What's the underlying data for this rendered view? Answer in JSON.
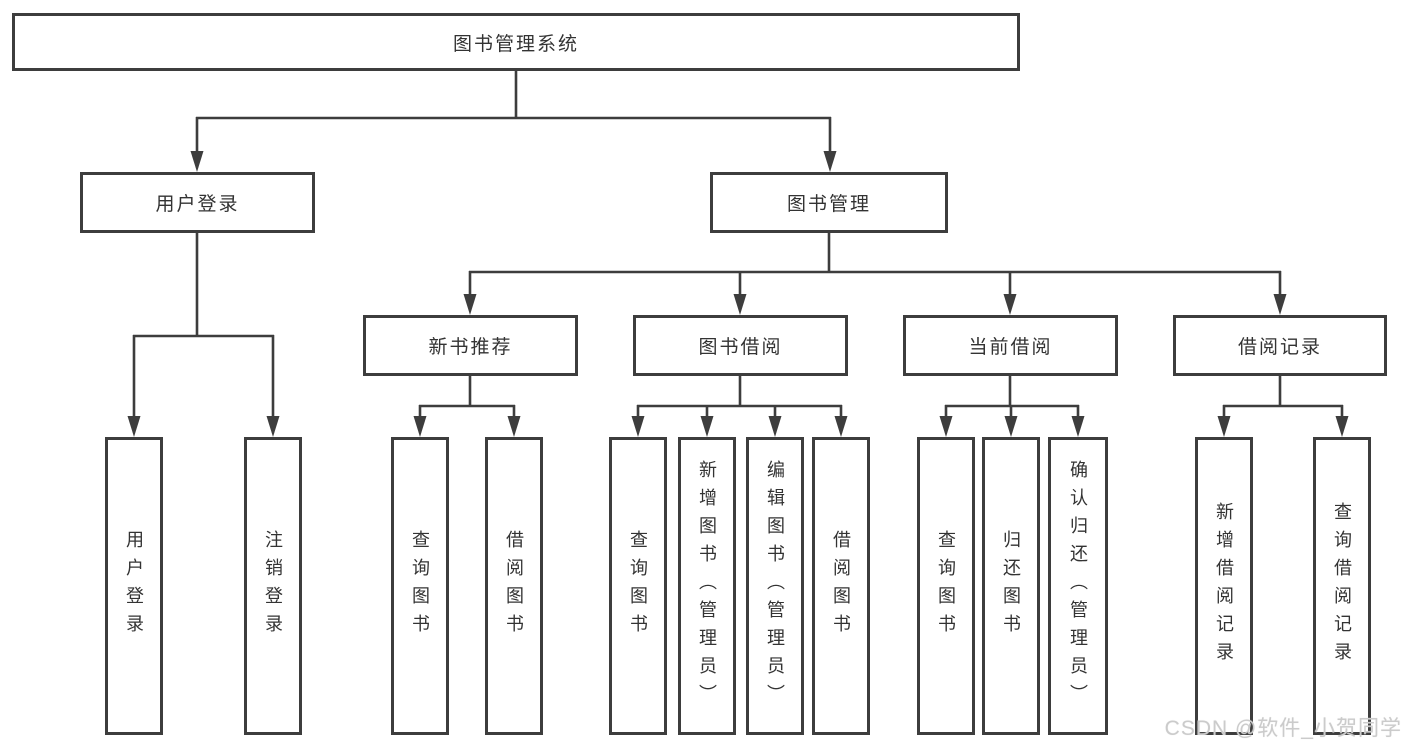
{
  "diagram_title": "图书管理系统",
  "tree": {
    "root": {
      "label": "图书管理系统",
      "children": [
        {
          "label": "用户登录",
          "children": [
            {
              "label": "用户登录"
            },
            {
              "label": "注销登录"
            }
          ]
        },
        {
          "label": "图书管理",
          "children": [
            {
              "label": "新书推荐",
              "children": [
                {
                  "label": "查询图书"
                },
                {
                  "label": "借阅图书"
                }
              ]
            },
            {
              "label": "图书借阅",
              "children": [
                {
                  "label": "查询图书"
                },
                {
                  "label": "新增图书（管理员）"
                },
                {
                  "label": "编辑图书（管理员）"
                },
                {
                  "label": "借阅图书"
                }
              ]
            },
            {
              "label": "当前借阅",
              "children": [
                {
                  "label": "查询图书"
                },
                {
                  "label": "归还图书"
                },
                {
                  "label": "确认归还（管理员）"
                }
              ]
            },
            {
              "label": "借阅记录",
              "children": [
                {
                  "label": "新增借阅记录"
                },
                {
                  "label": "查询借阅记录"
                }
              ]
            }
          ]
        }
      ]
    }
  },
  "watermark": {
    "text": "CSDN @软件_小贺同学"
  },
  "colors": {
    "line": "#3d3d3d",
    "box_border": "#3d3d3d",
    "box_fill": "#ffffff",
    "text": "#333333",
    "watermark": "#cbcbcb"
  }
}
